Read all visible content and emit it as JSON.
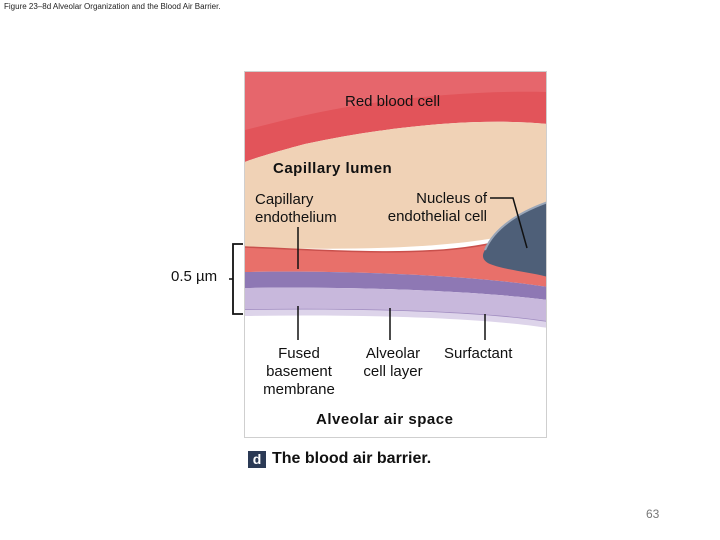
{
  "header": {
    "title": "Figure 23–8d Alveolar Organization and the Blood Air Barrier."
  },
  "figure": {
    "labels": {
      "red_blood_cell": "Red blood cell",
      "capillary_lumen": "Capillary lumen",
      "capillary_endothelium_1": "Capillary",
      "capillary_endothelium_2": "endothelium",
      "nucleus_1": "Nucleus of",
      "nucleus_2": "endothelial cell",
      "fused_1": "Fused",
      "fused_2": "basement",
      "fused_3": "membrane",
      "alveolar_cell_1": "Alveolar",
      "alveolar_cell_2": "cell layer",
      "surfactant": "Surfactant",
      "alveolar_air_space": "Alveolar air space"
    },
    "measure": "0.5 µm",
    "colors": {
      "red_blood_cell": "#e2545a",
      "capillary_lumen": "#f0d2b6",
      "endothelium": "#e8706a",
      "basement_membrane": "#a892c4",
      "alveolar_cell_layer": "#c8b8dc",
      "nucleus": "#4e5f78"
    }
  },
  "caption": {
    "letter": "d",
    "text": "The blood air barrier."
  },
  "footer": {
    "page_number": "63"
  }
}
